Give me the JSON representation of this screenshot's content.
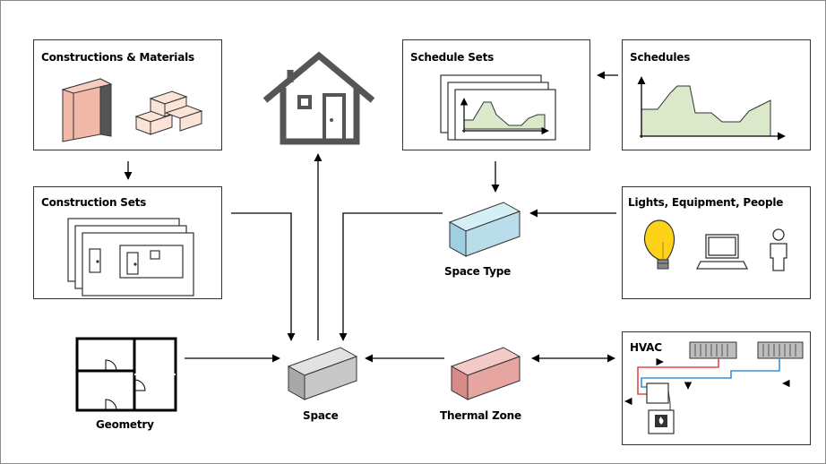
{
  "nodes": {
    "constructions_materials": "Constructions & Materials",
    "construction_sets": "Construction Sets",
    "schedule_sets": "Schedule Sets",
    "schedules": "Schedules",
    "lights_equipment_people": "Lights, Equipment, People",
    "hvac": "HVAC",
    "space_type": "Space Type",
    "space": "Space",
    "thermal_zone": "Thermal Zone",
    "geometry": "Geometry"
  },
  "colors": {
    "border": "#333333",
    "arrow": "#000000",
    "house": "#555555",
    "space_type_block": "#b9dde9",
    "space_block": "#c8c8c8",
    "thermal_zone_block": "#e7a5a2",
    "chart_fill": "#dbe8c9",
    "material_pink": "#f2b9a8",
    "bulb_yellow": "#ffd21a",
    "hvac_red": "#e24a4a",
    "hvac_blue": "#3a8fd6"
  }
}
